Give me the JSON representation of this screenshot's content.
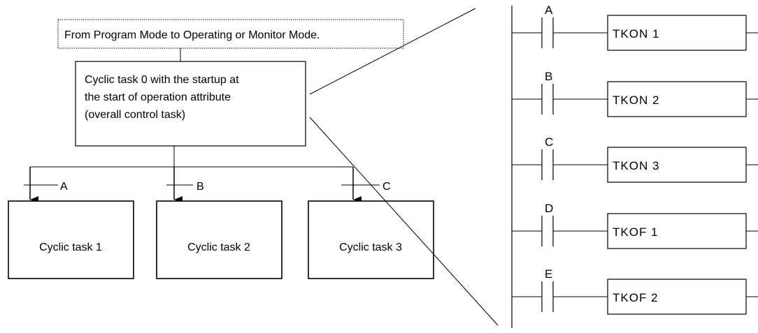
{
  "header": {
    "mode_change": "From Program Mode to Operating or Monitor Mode."
  },
  "control_task": {
    "lines": [
      "Cyclic task 0 with the startup at",
      "the start of operation attribute",
      "(overall control task)"
    ]
  },
  "branches": [
    {
      "condition": "A",
      "task": "Cyclic task 1"
    },
    {
      "condition": "B",
      "task": "Cyclic task 2"
    },
    {
      "condition": "C",
      "task": "Cyclic task 3"
    }
  ],
  "ladder": {
    "rungs": [
      {
        "contact": "A",
        "instruction": "TKON",
        "operand": "1"
      },
      {
        "contact": "B",
        "instruction": "TKON",
        "operand": "2"
      },
      {
        "contact": "C",
        "instruction": "TKON",
        "operand": "3"
      },
      {
        "contact": "D",
        "instruction": "TKOF",
        "operand": "1"
      },
      {
        "contact": "E",
        "instruction": "TKOF",
        "operand": "2"
      }
    ]
  }
}
